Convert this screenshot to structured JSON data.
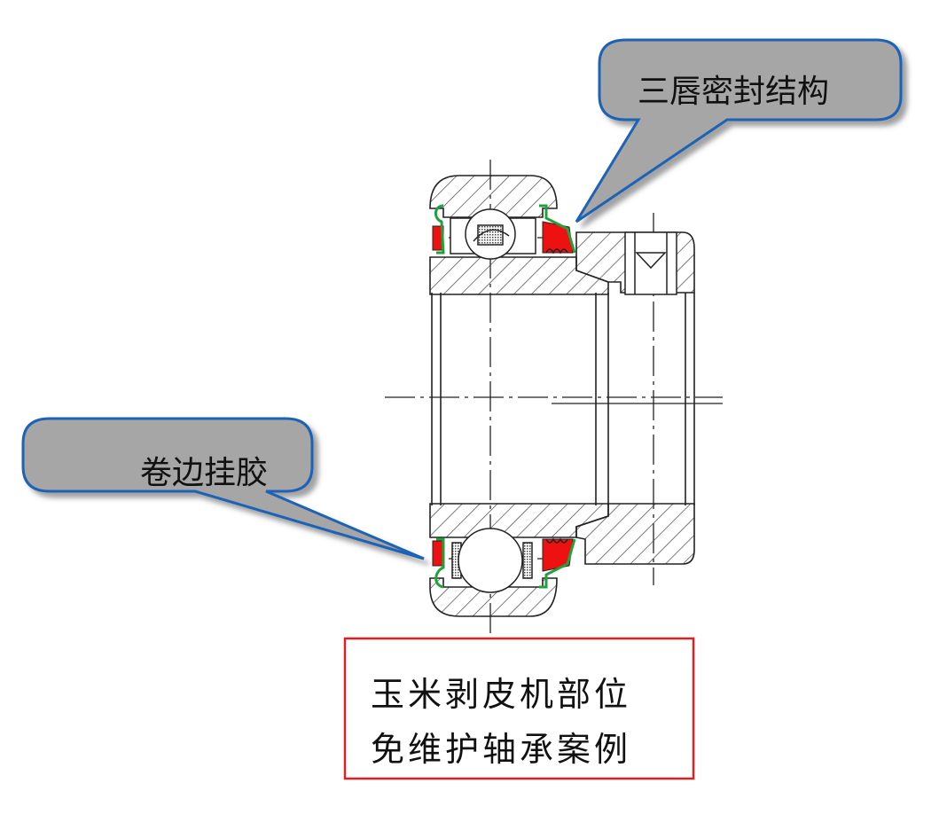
{
  "callouts": {
    "top": {
      "label": "三唇密封结构"
    },
    "left": {
      "label": "卷边挂胶"
    }
  },
  "caption": {
    "line1": "玉米剥皮机部位",
    "line2": "免维护轴承案例"
  },
  "colors": {
    "callout_fill": "#a6a6a6",
    "callout_border": "#1f63b6",
    "seal_red": "#ee1111",
    "seal_green": "#22a13a",
    "caption_border": "#e02020",
    "line": "#222222"
  }
}
